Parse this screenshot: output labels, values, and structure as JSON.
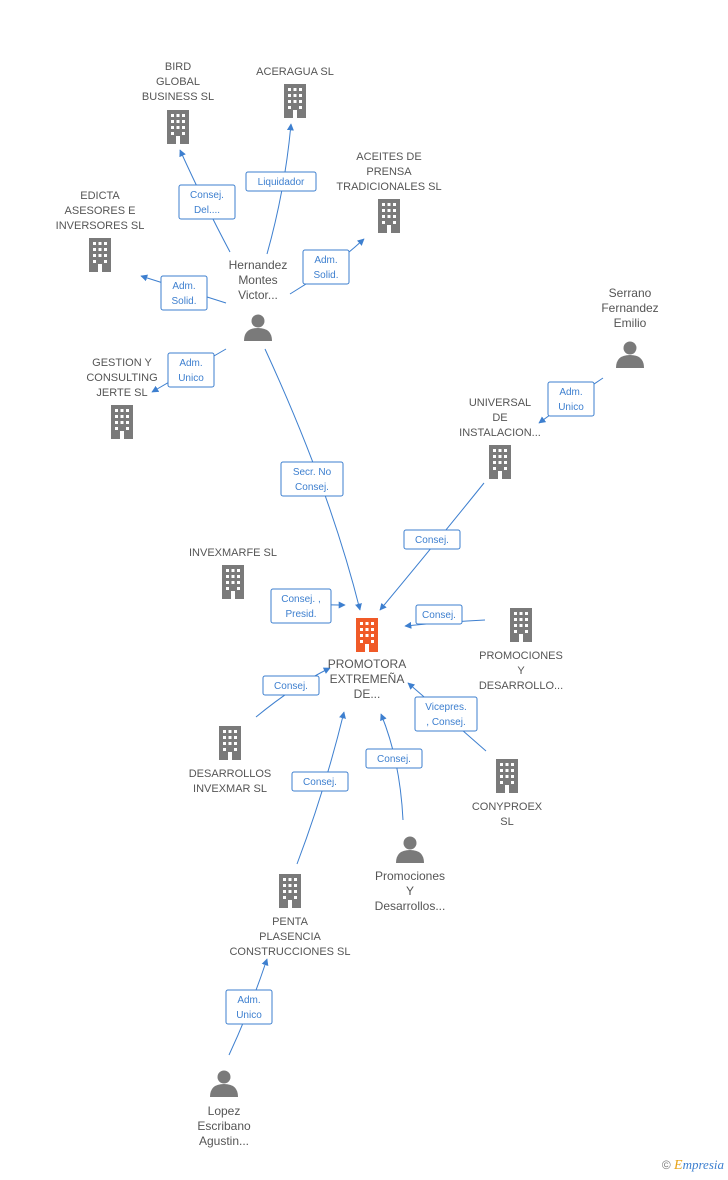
{
  "colors": {
    "company": "#7a7a7a",
    "focus": "#f05a28",
    "edge": "#3d7fcf",
    "person": "#7a7a7a"
  },
  "nodes": [
    {
      "id": "bird",
      "kind": "company",
      "lines": [
        "BIRD",
        "GLOBAL",
        "BUSINESS  SL"
      ]
    },
    {
      "id": "aceragua",
      "kind": "company",
      "lines": [
        "ACERAGUA SL"
      ]
    },
    {
      "id": "aceites",
      "kind": "company",
      "lines": [
        "ACEITES DE",
        "PRENSA",
        "TRADICIONALES SL"
      ]
    },
    {
      "id": "edicta",
      "kind": "company",
      "lines": [
        "EDICTA",
        "ASESORES E",
        "INVERSORES SL"
      ]
    },
    {
      "id": "hernandez",
      "kind": "person",
      "lines": [
        "Hernandez",
        "Montes",
        "Victor..."
      ]
    },
    {
      "id": "serrano",
      "kind": "person",
      "lines": [
        "Serrano",
        "Fernandez",
        "Emilio"
      ]
    },
    {
      "id": "gestion",
      "kind": "company",
      "lines": [
        "GESTION Y",
        "CONSULTING",
        "JERTE  SL"
      ]
    },
    {
      "id": "universal",
      "kind": "company",
      "lines": [
        "UNIVERSAL",
        "DE",
        "INSTALACION..."
      ]
    },
    {
      "id": "invexmarfe",
      "kind": "company",
      "lines": [
        "INVEXMARFE SL"
      ]
    },
    {
      "id": "promotora",
      "kind": "focus",
      "lines": [
        "PROMOTORA",
        "EXTREMEÑA",
        "DE..."
      ]
    },
    {
      "id": "promdes1",
      "kind": "company",
      "lines": [
        "PROMOCIONES",
        "Y",
        "DESARROLLO..."
      ]
    },
    {
      "id": "desinvexmar",
      "kind": "company",
      "lines": [
        "DESARROLLOS",
        "INVEXMAR SL"
      ]
    },
    {
      "id": "conyproex",
      "kind": "company",
      "lines": [
        "CONYPROEX",
        "SL"
      ]
    },
    {
      "id": "promdes2",
      "kind": "person",
      "lines": [
        "Promociones",
        "Y",
        "Desarrollos..."
      ]
    },
    {
      "id": "penta",
      "kind": "company",
      "lines": [
        "PENTA",
        "PLASENCIA",
        "CONSTRUCCIONES SL"
      ]
    },
    {
      "id": "lopez",
      "kind": "person",
      "lines": [
        "Lopez",
        "Escribano",
        "Agustin..."
      ]
    }
  ],
  "edges": [
    {
      "id": "e-bird",
      "lines": [
        "Consej.",
        "Del...."
      ]
    },
    {
      "id": "e-aceragua",
      "lines": [
        "Liquidador"
      ]
    },
    {
      "id": "e-aceites",
      "lines": [
        "Adm.",
        "Solid."
      ]
    },
    {
      "id": "e-edicta",
      "lines": [
        "Adm.",
        "Solid."
      ]
    },
    {
      "id": "e-gestion",
      "lines": [
        "Adm.",
        "Unico"
      ]
    },
    {
      "id": "e-serrano",
      "lines": [
        "Adm.",
        "Unico"
      ]
    },
    {
      "id": "e-secr",
      "lines": [
        "Secr.  No",
        "Consej."
      ]
    },
    {
      "id": "e-universal",
      "lines": [
        "Consej."
      ]
    },
    {
      "id": "e-invexmarfe",
      "lines": [
        "Consej. ,",
        "Presid."
      ]
    },
    {
      "id": "e-promdes1",
      "lines": [
        "Consej."
      ]
    },
    {
      "id": "e-desinvexmar",
      "lines": [
        "Consej."
      ]
    },
    {
      "id": "e-conyproex",
      "lines": [
        "Vicepres.",
        ", Consej."
      ]
    },
    {
      "id": "e-promdes2",
      "lines": [
        "Consej."
      ]
    },
    {
      "id": "e-penta",
      "lines": [
        "Consej."
      ]
    },
    {
      "id": "e-lopez",
      "lines": [
        "Adm.",
        "Unico"
      ]
    }
  ],
  "brand": {
    "copyright": "©",
    "name_first": "E",
    "name_rest": "mpresia"
  }
}
